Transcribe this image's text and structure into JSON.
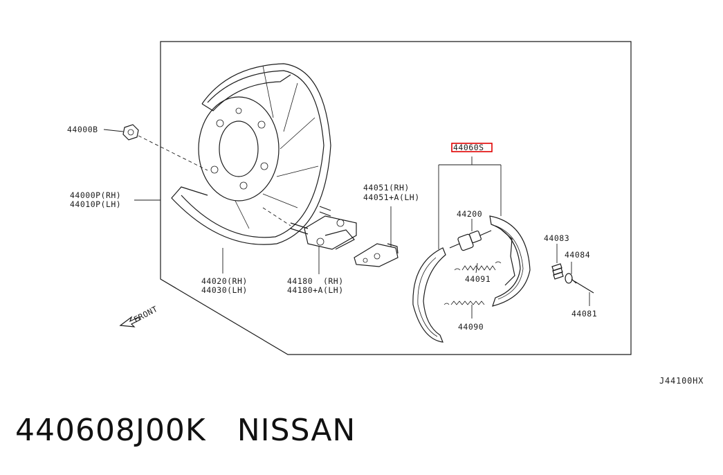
{
  "labels": {
    "nut": "44000B",
    "plate_rh": "44000P(RH)",
    "plate_lh": "44010P(LH)",
    "backing_rh": "44020(RH)",
    "backing_lh": "44030(LH)",
    "lever_rh": "44180  (RH)",
    "lever_lh": "44180+A(LH)",
    "bracket_rh": "44051(RH)",
    "bracket_lh": "44051+A(LH)",
    "shoe_set": "44060S",
    "adjuster": "44200",
    "spring_upper": "44091",
    "spring_lower": "44090",
    "hold_spring": "44083",
    "retainer": "44084",
    "pin": "44081",
    "front": "FRONT"
  },
  "drawing_code": "J44100HX",
  "caption": {
    "part_number": "440608J00K",
    "brand": "NISSAN"
  },
  "colors": {
    "highlight": "#e00000",
    "ink": "#1a1a1a"
  }
}
